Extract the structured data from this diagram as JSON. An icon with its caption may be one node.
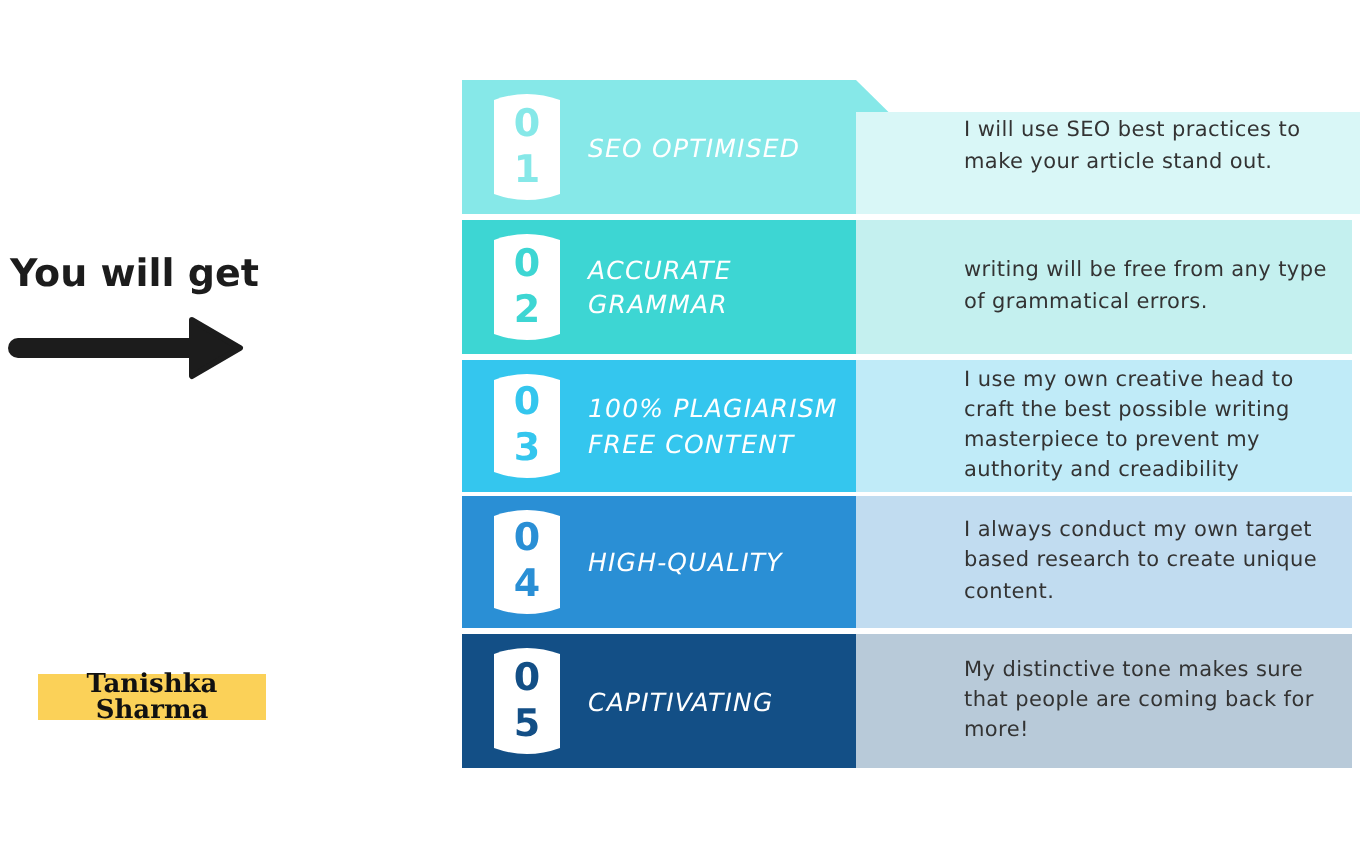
{
  "diagram": {
    "nodes": [
      {
        "text": [
          "01",
          "SEO OPTIMISED"
        ]
      },
      {
        "text": [
          "I will use SEO best practices to make your article stand out."
        ]
      },
      {
        "text": [
          "02",
          "ACCURATE GRAMMAR"
        ]
      },
      {
        "text": [
          "writing will be free from any type of grammatical errors."
        ]
      },
      {
        "text": [
          "03",
          "100%  PLAGIARISM FREE CONTENT"
        ]
      },
      {
        "text": [
          "I use my own creative head to craft the best possible writing masterpiece to prevent my authority and creadibility"
        ]
      },
      {
        "text": [
          "04",
          "HIGH-QUALITY"
        ]
      },
      {
        "text": [
          "I always conduct my own target based research to create unique content."
        ]
      },
      {
        "text": [
          "05",
          "CAPITIVATING"
        ]
      },
      {
        "text": [
          "My distinctive tone makes sure that people are coming back for more!"
        ]
      },
      {
        "text": [
          "Tanishka Sharma"
        ]
      }
    ],
    "labels": [
      "You will get"
    ]
  }
}
